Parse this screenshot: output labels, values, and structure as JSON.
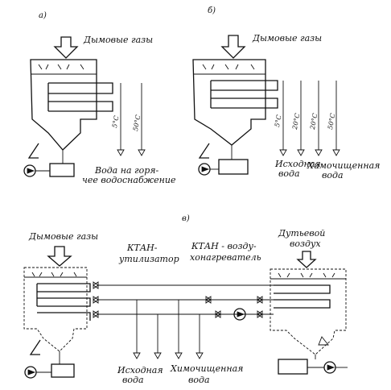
{
  "panel_a": {
    "letter": "а)",
    "gas_label": "Дымовые газы",
    "temp1": "5°C",
    "temp2": "50°C",
    "water_line1": "Вода на горя-",
    "water_line2": "чее водоснабжение"
  },
  "panel_b": {
    "letter": "б)",
    "gas_label": "Дымовые газы",
    "temp1": "5°C",
    "temp2": "20°C",
    "temp3": "20°C",
    "temp4": "50°C",
    "source_water_line1": "Исходная",
    "source_water_line2": "вода",
    "chem_water_line1": "Химочищенная",
    "chem_water_line2": "вода"
  },
  "panel_c": {
    "letter": "в)",
    "gas_label": "Дымовые газы",
    "ktan_line1": "КТАН-",
    "ktan_line2": "утилизатор",
    "ktan_air_line1": "КТАН - возду-",
    "ktan_air_line2": "хонагреватель",
    "blast_air_line1": "Дутьевой",
    "blast_air_line2": "воздух",
    "source_water_line1": "Исходная",
    "source_water_line2": "вода",
    "chem_water_line1": "Химочищенная",
    "chem_water_line2": "вода"
  }
}
